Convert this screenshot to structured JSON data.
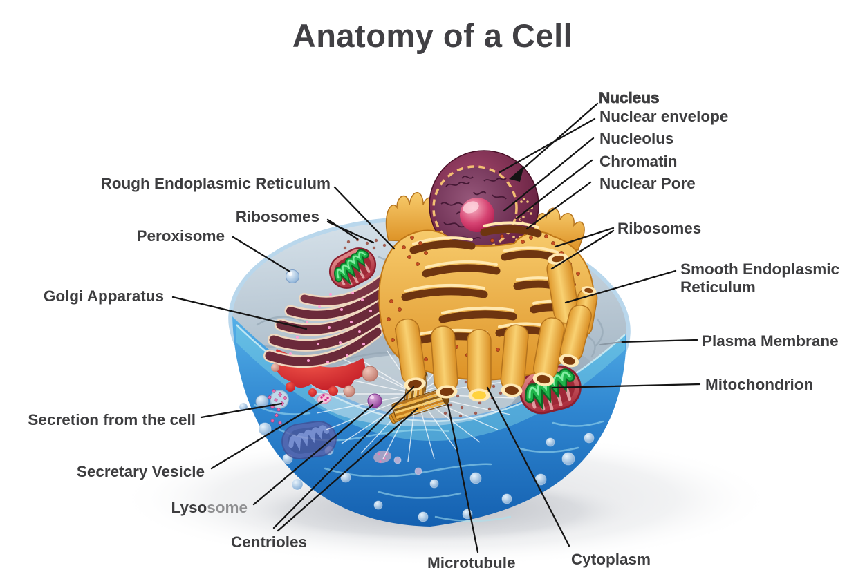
{
  "title": "Anatomy of a Cell",
  "labels": {
    "nucleus": "Nucleus",
    "nuclear_envelope": "Nuclear envelope",
    "nucleolus": "Nucleolus",
    "chromatin": "Chromatin",
    "nuclear_pore": "Nuclear Pore",
    "ribosomes_right": "Ribosomes",
    "smooth_er": "Smooth Endoplasmic\nReticulum",
    "plasma_membrane": "Plasma Membrane",
    "mitochondrion": "Mitochondrion",
    "rough_er": "Rough Endoplasmic Reticulum",
    "ribosomes_left": "Ribosomes",
    "peroxisome": "Peroxisome",
    "golgi_apparatus": "Golgi Apparatus",
    "secretion": "Secretion from the cell",
    "secretory_vesicle": "Secretary Vesicle",
    "lysosome": "Lysosome",
    "centrioles": "Centrioles",
    "microtubule": "Microtubule",
    "cytoplasm": "Cytoplasm"
  },
  "colors": {
    "title_text": "#414044",
    "label_text": "#3d3d3f",
    "leader_line": "#141414",
    "cell_membrane_blue": "#2f86d0",
    "cytosol_surface_gray": "#bccad6",
    "er_orange": "#eeaa3c",
    "nucleus_maroon": "#73234a",
    "nucleolus_pink": "#d64372",
    "golgi_red": "#e8403a",
    "mitochondria_green": "#1eb449",
    "mitochondria_red": "#c04048",
    "lysosome_purple": "#a65aa8",
    "vesicle_pink": "#d8958a"
  }
}
